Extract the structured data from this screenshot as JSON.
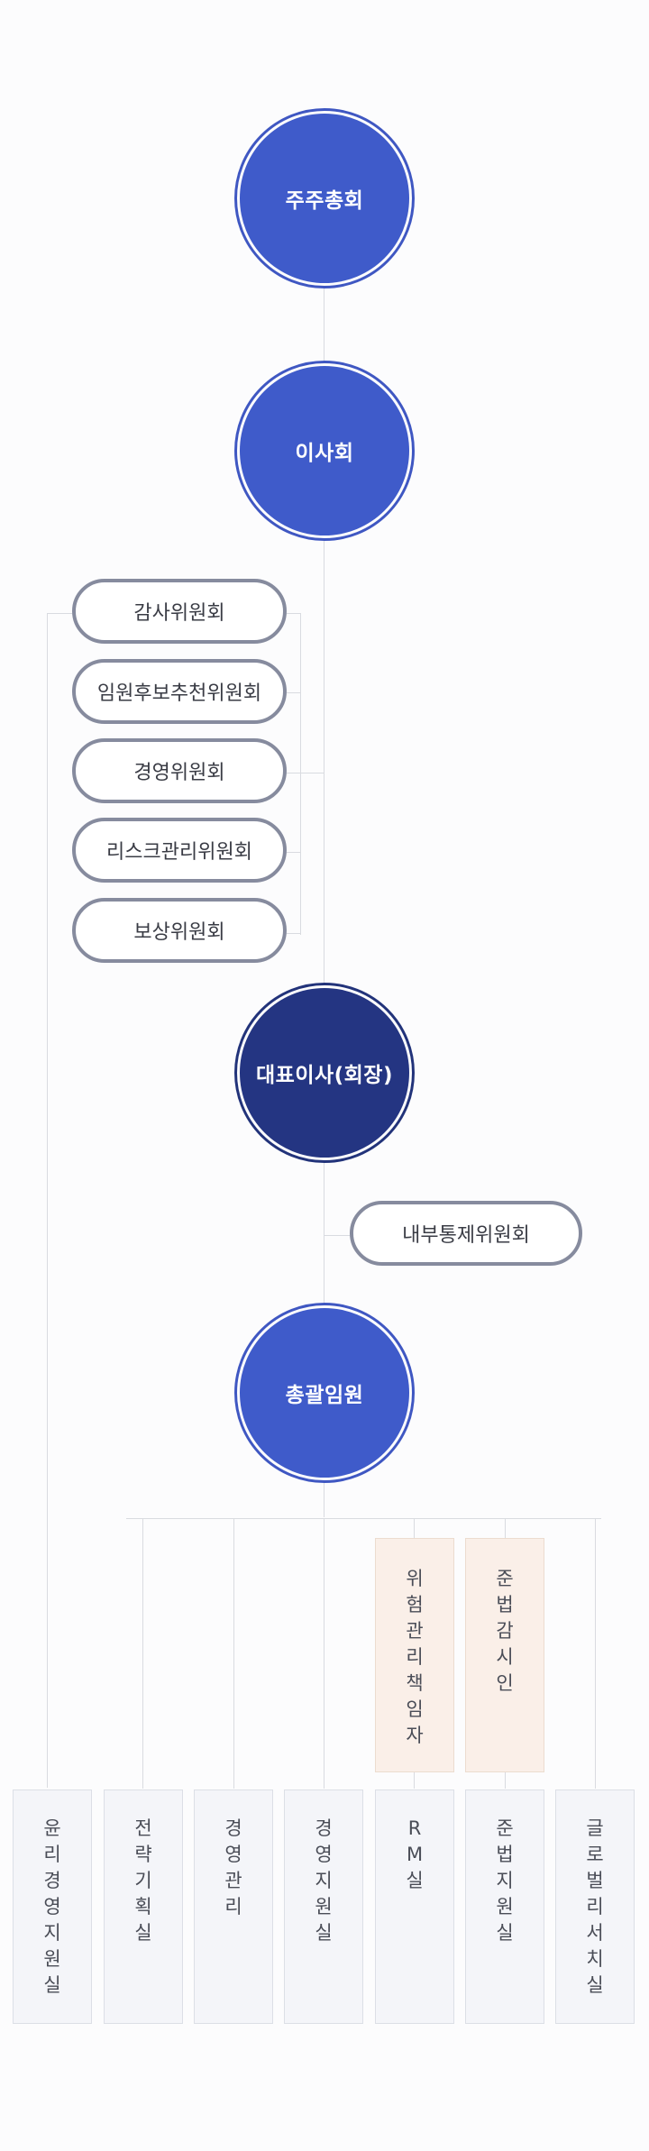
{
  "nodes": {
    "shareholders": "주주총회",
    "board": "이사회",
    "ceo": "대표이사(회장)",
    "executive": "총괄임원"
  },
  "committees": [
    "감사위원회",
    "임원후보추천위원회",
    "경영위원회",
    "리스크관리위원회",
    "보상위원회"
  ],
  "internal_control": "내부통제위원회",
  "officers": [
    "위험관리책임자",
    "준법감시인"
  ],
  "departments": [
    "윤리경영지원실",
    "전략기획실",
    "경영관리",
    "경영지원실",
    "RM실",
    "준법지원실",
    "글로벌리서치실"
  ],
  "colors": {
    "primary": "#3f5bca",
    "dark": "#243582",
    "pill_border": "#868b9e",
    "officer_bg": "#faefe8",
    "dept_bg": "#f4f5f9",
    "connector": "#d9dbe0"
  }
}
